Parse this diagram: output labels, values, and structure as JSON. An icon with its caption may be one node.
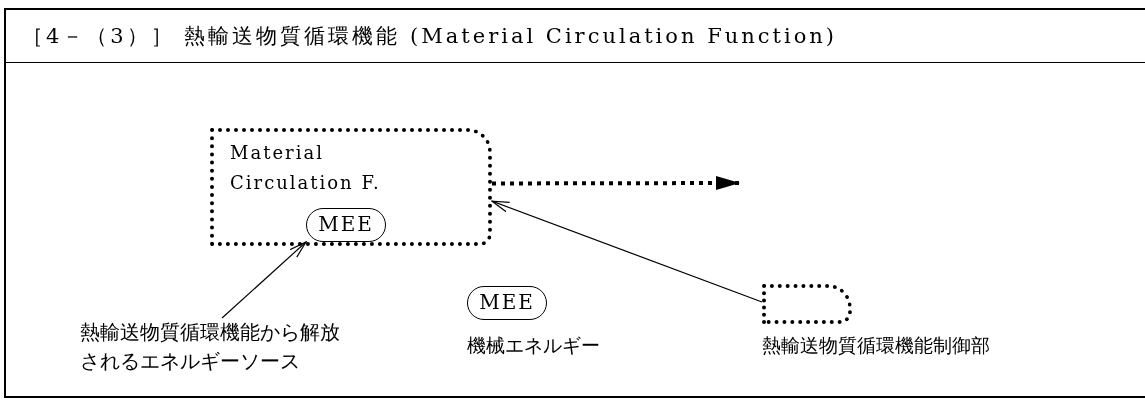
{
  "diagram": {
    "title": "［4－（3）］ 熱輸送物質循環機能 (Material Circulation Function)",
    "nodes": [
      {
        "text": [
          "Material Circulation F."
        ]
      },
      {
        "text": [
          "MEE"
        ],
        "in": 0
      },
      {
        "text": [
          "熱輸送物質循環機能から解放されるエネルギーソース"
        ]
      },
      {
        "text": [
          "MEE"
        ],
        "beside": [
          "機械エネルギー"
        ]
      },
      {
        "text": [],
        "shape": "box",
        "beside": [
          "熱輸送物質循環機能制御部"
        ]
      }
    ],
    "edges": [
      {
        "from": 0,
        "to": null,
        "arrow": "to",
        "style": "dashed"
      },
      {
        "from": 2,
        "to": 1,
        "arrow": "to"
      },
      {
        "from": 4,
        "to": 0,
        "arrow": "to"
      }
    ]
  }
}
